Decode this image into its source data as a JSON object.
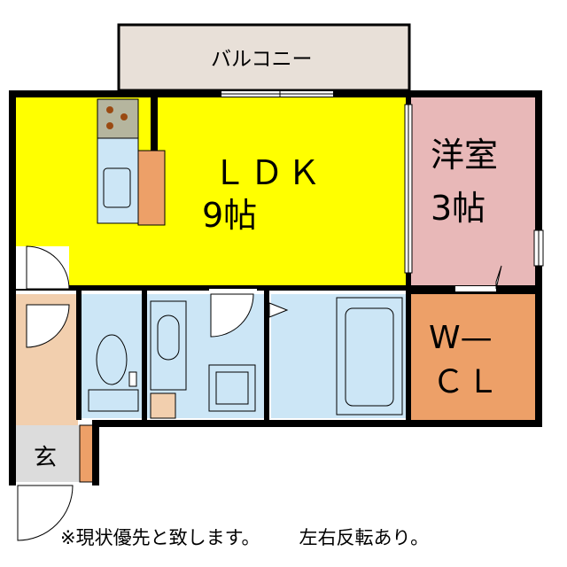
{
  "rooms": {
    "balcony": "バルコニー",
    "ldk": "ＬＤＫ",
    "ldk_size": "9帖",
    "western": "洋室",
    "western_size": "3帖",
    "wcl_top": "W—",
    "wcl_bottom": "ＣＬ",
    "entrance": "玄"
  },
  "notes": {
    "current_priority": "※現状優先と致します。",
    "mirror": "左右反転あり。"
  },
  "colors": {
    "ldk": "#ffff00",
    "western": "#e8b8b8",
    "wcl": "#eda068",
    "balcony": "#e8e0d8",
    "wet_area": "#cce6f6",
    "entrance_hall": "#f2cfae",
    "wall": "#000000"
  }
}
